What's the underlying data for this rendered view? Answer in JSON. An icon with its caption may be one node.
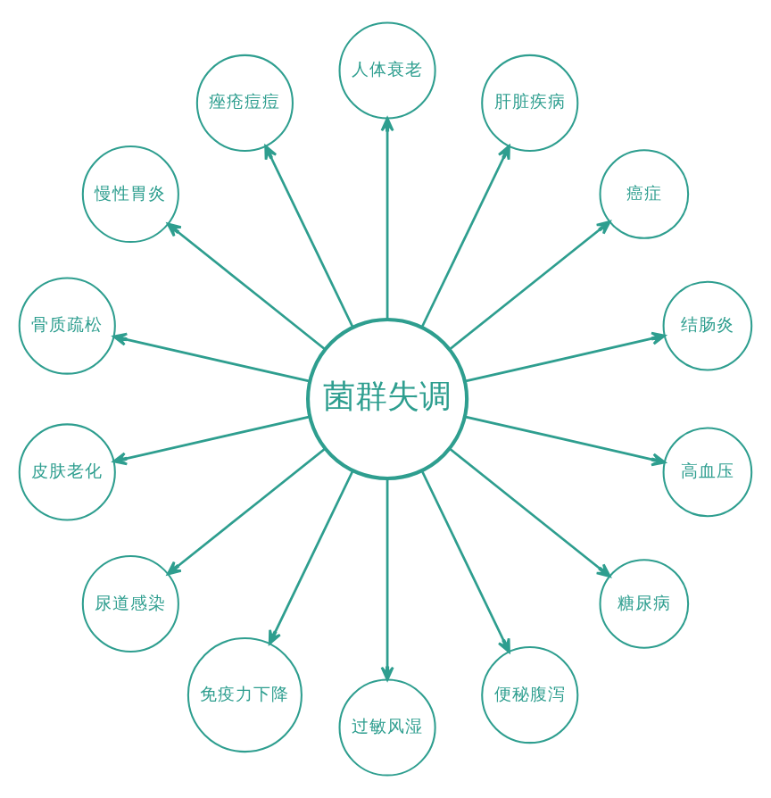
{
  "diagram": {
    "nodes": [
      {
        "text": [
          "菌群失调"
        ]
      },
      {
        "text": [
          "结肠炎"
        ]
      },
      {
        "text": [
          "癌症"
        ]
      },
      {
        "text": [
          "肝脏疾病"
        ]
      },
      {
        "text": [
          "人体衰老"
        ]
      },
      {
        "text": [
          "痤疮痘痘"
        ]
      },
      {
        "text": [
          "慢性胃炎"
        ]
      },
      {
        "text": [
          "骨质疏松"
        ]
      },
      {
        "text": [
          "皮肤老化"
        ]
      },
      {
        "text": [
          "尿道感染"
        ]
      },
      {
        "text": [
          "免疫力下降"
        ]
      },
      {
        "text": [
          "过敏风湿"
        ]
      },
      {
        "text": [
          "便秘腹泻"
        ]
      },
      {
        "text": [
          "糖尿病"
        ]
      },
      {
        "text": [
          "高血压"
        ]
      }
    ],
    "edges": [
      {
        "from": 0,
        "to": 1,
        "arrow": "to"
      },
      {
        "from": 0,
        "to": 2,
        "arrow": "to"
      },
      {
        "from": 0,
        "to": 3,
        "arrow": "to"
      },
      {
        "from": 0,
        "to": 4,
        "arrow": "to"
      },
      {
        "from": 0,
        "to": 5,
        "arrow": "to"
      },
      {
        "from": 0,
        "to": 6,
        "arrow": "to"
      },
      {
        "from": 0,
        "to": 7,
        "arrow": "to"
      },
      {
        "from": 0,
        "to": 8,
        "arrow": "to"
      },
      {
        "from": 0,
        "to": 9,
        "arrow": "to"
      },
      {
        "from": 0,
        "to": 10,
        "arrow": "to"
      },
      {
        "from": 0,
        "to": 11,
        "arrow": "to"
      },
      {
        "from": 0,
        "to": 12,
        "arrow": "to"
      },
      {
        "from": 0,
        "to": 13,
        "arrow": "to"
      },
      {
        "from": 0,
        "to": 14,
        "arrow": "to"
      }
    ]
  }
}
